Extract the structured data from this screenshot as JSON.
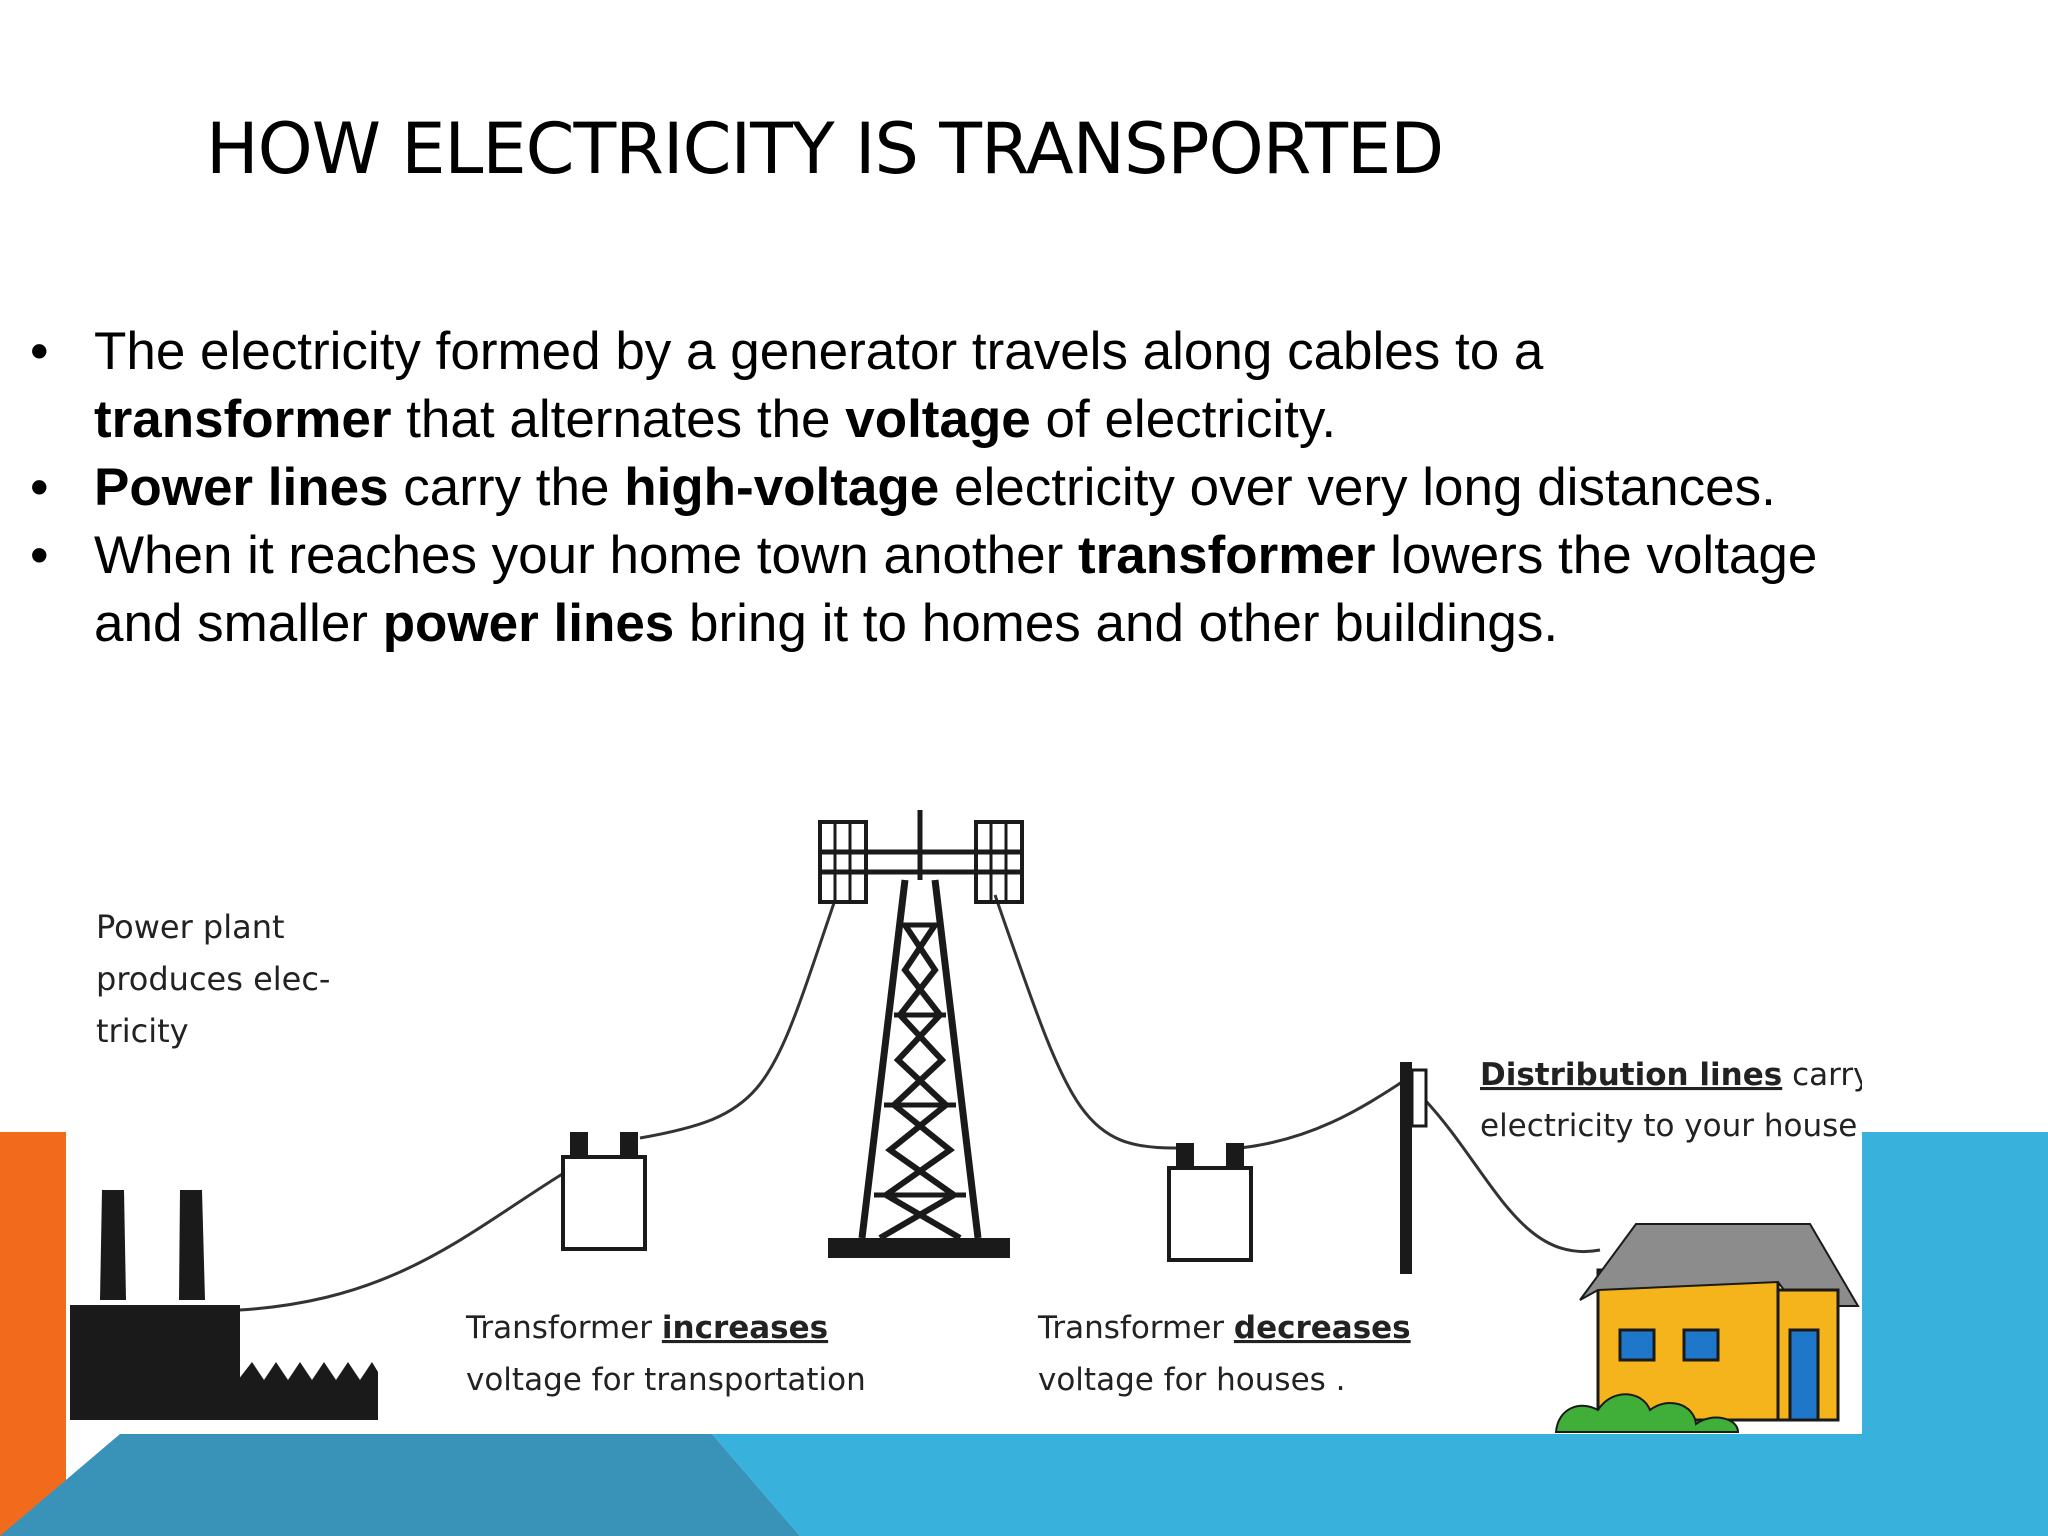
{
  "colors": {
    "accent_orange": "#F26B1D",
    "accent_blue": "#39B1DD",
    "accent_blue_dark": "#3993B8",
    "house_wall": "#F5B41B",
    "house_roof": "#8C8C8C",
    "window": "#1E77C8",
    "bush": "#3FAF3A"
  },
  "title": "HOW ELECTRICITY IS TRANSPORTED",
  "bullets": [
    {
      "s1": "The electricity formed by a generator  travels  along cables to a ",
      "b1": "transformer",
      "s2": " that alternates  the ",
      "b2": "voltage",
      "s3": " of electricity."
    },
    {
      "b1": "Power lines",
      "s1": " carry the ",
      "b2": "high-voltage",
      "s2": " electricity over very long distances."
    },
    {
      "s1": "When it reaches your home town another ",
      "b1": "transformer",
      "s2": " lowers the voltage and smaller ",
      "b2": "power lines",
      "s3": " bring it to homes and other buildings."
    }
  ],
  "diagram": {
    "power_plant_label": [
      "Power plant",
      "produces elec-",
      "tricity"
    ],
    "transformer_up": {
      "prefix": "Transformer ",
      "emphasis": "increases",
      "line2": "voltage for transportation"
    },
    "transformer_down": {
      "prefix": "Transformer ",
      "emphasis": "decreases",
      "line2": "voltage for houses ."
    },
    "distribution": {
      "emphasis": "Distribution lines",
      "suffix": " carry",
      "line2": "electricity to your house"
    }
  }
}
